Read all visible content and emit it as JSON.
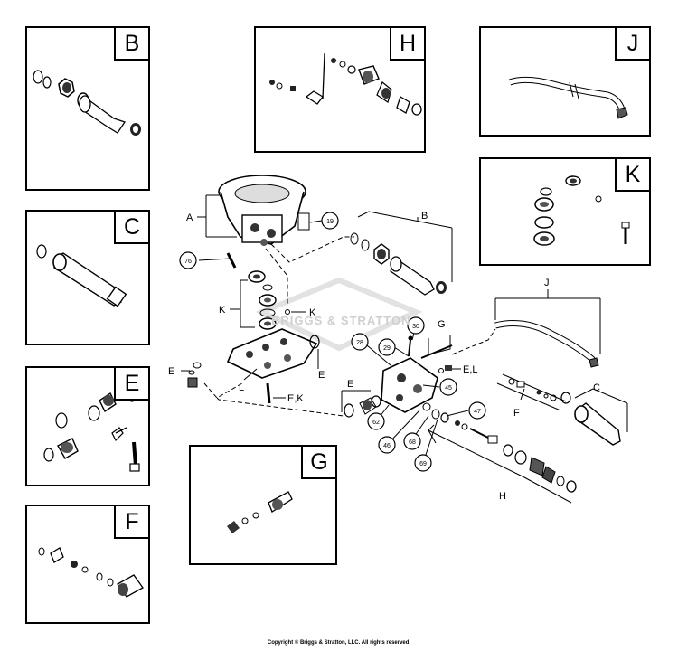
{
  "boxes": {
    "B": "B",
    "C": "C",
    "E": "E",
    "F": "F",
    "G": "G",
    "H": "H",
    "J": "J",
    "K": "K"
  },
  "callouts": {
    "A": "A",
    "B": "B",
    "C": "C",
    "E_top": "E",
    "E_mid": "E",
    "E_left": "E",
    "E_L": "E,L",
    "E_K": "E,K",
    "F": "F",
    "G": "G",
    "H": "H",
    "J": "J",
    "K_left": "K",
    "K_right": "K",
    "L": "L"
  },
  "circled": {
    "n19": "19",
    "n76": "76",
    "n30": "30",
    "n29": "29",
    "n28": "28",
    "n45": "45",
    "n47": "47",
    "n62": "62",
    "n46": "46",
    "n68": "68",
    "n69": "69"
  },
  "watermark": "BRIGGS & STRATTON",
  "footer": "Copyright © Briggs & Stratton, LLC. All rights reserved."
}
